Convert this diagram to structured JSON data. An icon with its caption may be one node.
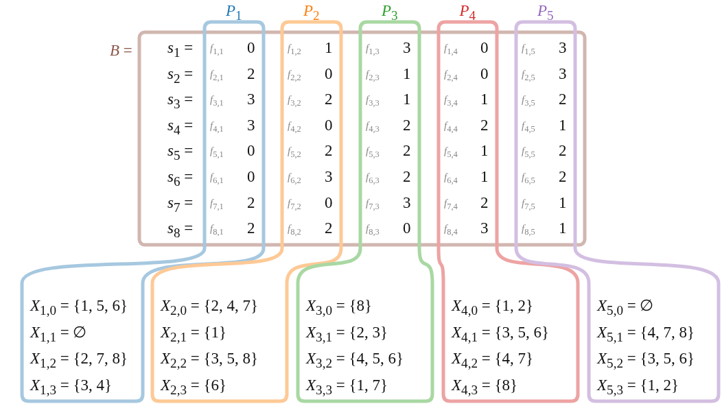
{
  "diagram": {
    "nodes": [
      {
        "text": [
          "*B* =",
          "*s*$_{1}$ =",
          "*s*$_{2}$ =",
          "*s*$_{3}$ =",
          "*s*$_{4}$ =",
          "*s*$_{5}$ =",
          "*s*$_{6}$ =",
          "*s*$_{7}$ =",
          "*s*$_{8}$ ="
        ]
      },
      {
        "text": [
          "*P*$_{1}$",
          "*f*$_{1,1}$",
          "0",
          "*f*$_{2,1}$",
          "2",
          "*f*$_{3,1}$",
          "3",
          "*f*$_{4,1}$",
          "3",
          "*f*$_{5,1}$",
          "0",
          "*f*$_{6,1}$",
          "0",
          "*f*$_{7,1}$",
          "2",
          "*f*$_{8,1}$",
          "2",
          "*X*$_{1,0}$ = {1, 5, 6}",
          "*X*$_{1,1}$ = ∅",
          "*X*$_{1,2}$ = {2, 7, 8}",
          "*X*$_{1,3}$ = {3, 4}"
        ]
      },
      {
        "text": [
          "*P*$_{2}$",
          "*f*$_{1,2}$",
          "1",
          "*f*$_{2,2}$",
          "0",
          "*f*$_{3,2}$",
          "2",
          "*f*$_{4,2}$",
          "0",
          "*f*$_{5,2}$",
          "2",
          "*f*$_{6,2}$",
          "3",
          "*f*$_{7,2}$",
          "0",
          "*f*$_{8,2}$",
          "2",
          "*X*$_{2,0}$ = {2, 4, 7}",
          "*X*$_{2,1}$ = {1}",
          "*X*$_{2,2}$ = {3, 5, 8}",
          "*X*$_{2,3}$ = {6}"
        ]
      },
      {
        "text": [
          "*P*$_{3}$",
          "*f*$_{1,3}$",
          "3",
          "*f*$_{2,3}$",
          "1",
          "*f*$_{3,3}$",
          "1",
          "*f*$_{4,3}$",
          "2",
          "*f*$_{5,3}$",
          "2",
          "*f*$_{6,3}$",
          "2",
          "*f*$_{7,3}$",
          "3",
          "*f*$_{8,3}$",
          "0",
          "*X*$_{3,0}$ = {8}",
          "*X*$_{3,1}$ = {2, 3}",
          "*X*$_{3,2}$ = {4, 5, 6}",
          "*X*$_{3,3}$ = {1, 7}"
        ]
      },
      {
        "text": [
          "*P*$_{4}$",
          "*f*$_{1,4}$",
          "0",
          "*f*$_{2,4}$",
          "0",
          "*f*$_{3,4}$",
          "1",
          "*f*$_{4,4}$",
          "2",
          "*f*$_{5,4}$",
          "1",
          "*f*$_{6,4}$",
          "1",
          "*f*$_{7,4}$",
          "2",
          "*f*$_{8,4}$",
          "3",
          "*X*$_{4,0}$ = {1, 2}",
          "*X*$_{4,1}$ = {3, 5, 6}",
          "*X*$_{4,2}$ = {4, 7}",
          "*X*$_{4,3}$ = {8}"
        ]
      },
      {
        "text": [
          "*P*$_{5}$",
          "*f*$_{1,5}$",
          "3",
          "*f*$_{2,5}$",
          "3",
          "*f*$_{3,5}$",
          "2",
          "*f*$_{4,5}$",
          "1",
          "*f*$_{5,5}$",
          "2",
          "*f*$_{6,5}$",
          "2",
          "*f*$_{7,5}$",
          "1",
          "*f*$_{8,5}$",
          "1",
          "*X*$_{5,0}$ = ∅",
          "*X*$_{5,1}$ = {4, 7, 8}",
          "*X*$_{5,2}$ = {3, 5, 6}",
          "*X*$_{5,3}$ = {1, 2}"
        ]
      }
    ],
    "edges": []
  }
}
